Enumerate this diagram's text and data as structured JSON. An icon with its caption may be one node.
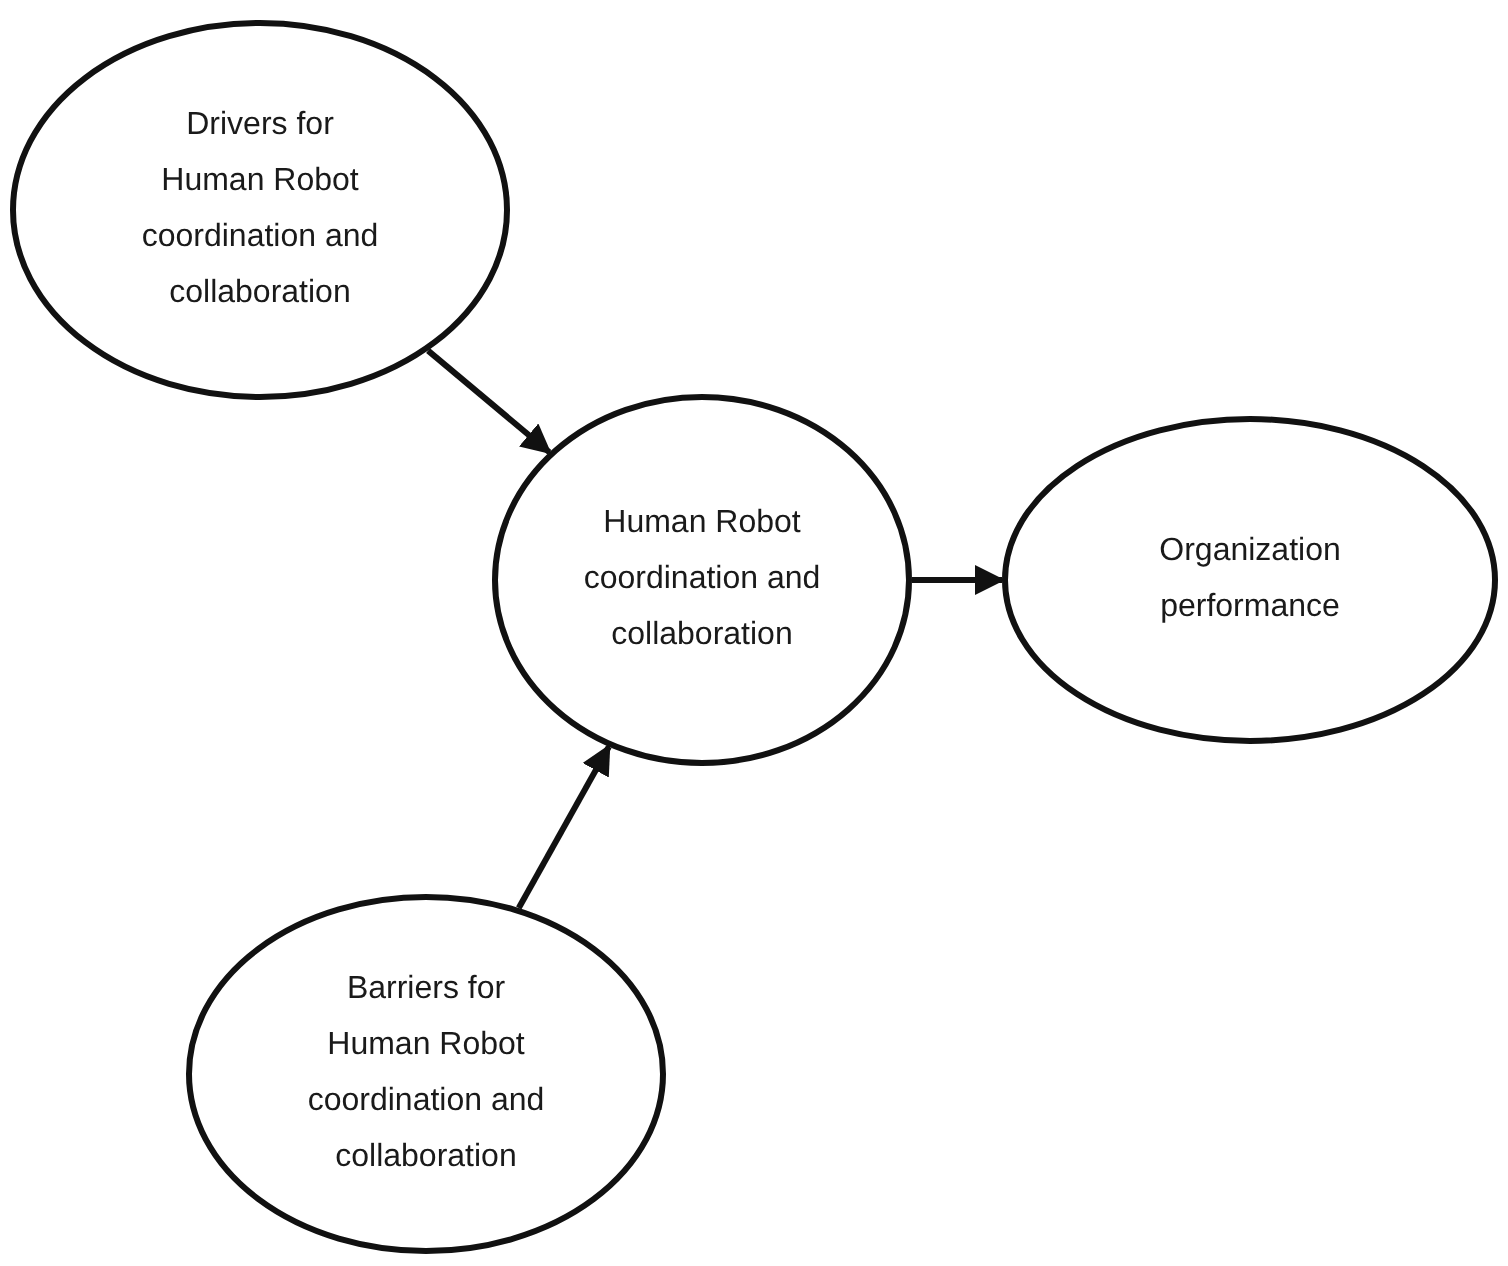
{
  "diagram": {
    "nodes": [
      {
        "text": [
          "Drivers for Human Robot coordination and collaboration"
        ]
      },
      {
        "text": [
          "Human Robot coordination and collaboration"
        ]
      },
      {
        "text": [
          "Organization performance"
        ]
      },
      {
        "text": [
          "Barriers for Human Robot coordination and collaboration"
        ]
      }
    ],
    "edges": [
      {
        "from": 0,
        "to": 1,
        "arrow": "to"
      },
      {
        "from": 1,
        "to": 2,
        "arrow": "to"
      },
      {
        "from": 3,
        "to": 1,
        "arrow": "to"
      }
    ]
  }
}
